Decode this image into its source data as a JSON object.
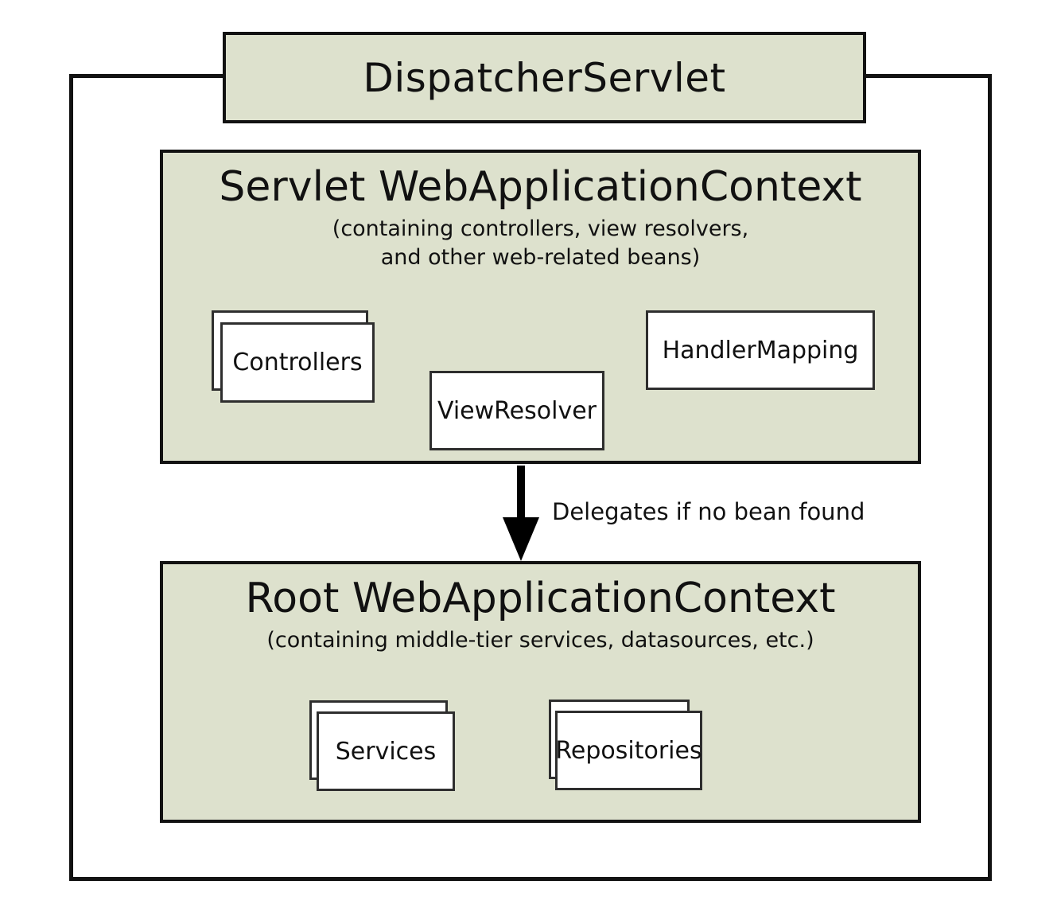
{
  "colors": {
    "context_fill": "#dde1cd",
    "context_border": "#121212",
    "bean_fill": "#ffffff",
    "bean_border": "#2e2e2e",
    "arrow": "#000000",
    "background": "#ffffff"
  },
  "dispatcher_servlet": {
    "label": "DispatcherServlet"
  },
  "servlet_context": {
    "title": "Servlet WebApplicationContext",
    "subtitle_line1": "(containing controllers, view resolvers,",
    "subtitle_line2": "and other web-related beans)",
    "beans": [
      {
        "label": "Controllers",
        "stacked": true
      },
      {
        "label": "ViewResolver",
        "stacked": false
      },
      {
        "label": "HandlerMapping",
        "stacked": false
      }
    ]
  },
  "arrow": {
    "label": "Delegates if no bean found"
  },
  "root_context": {
    "title": "Root WebApplicationContext",
    "subtitle": "(containing middle-tier services, datasources, etc.)",
    "beans": [
      {
        "label": "Services",
        "stacked": true
      },
      {
        "label": "Repositories",
        "stacked": true
      }
    ]
  }
}
